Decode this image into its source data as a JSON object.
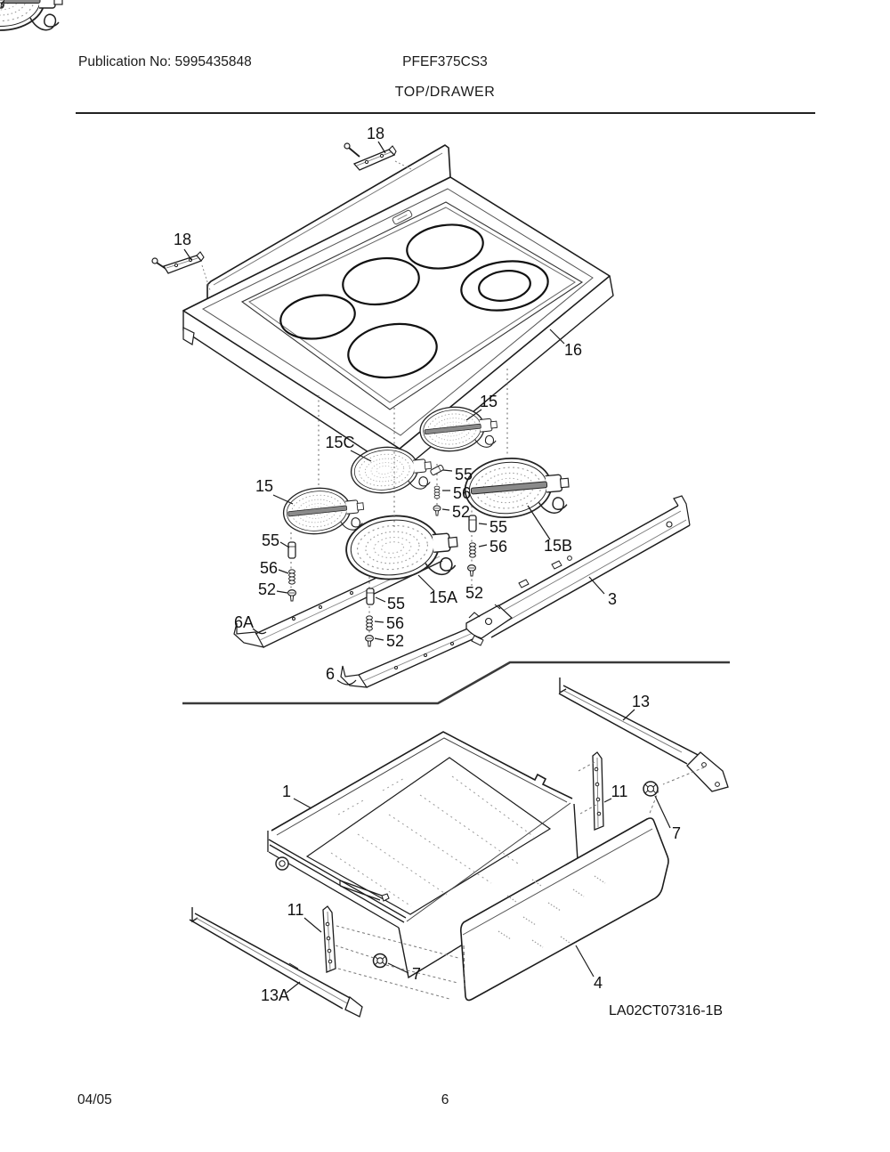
{
  "header": {
    "publication": "Publication No: 5995435848",
    "model": "PFEF375CS3",
    "title": "TOP/DRAWER"
  },
  "footer": {
    "date": "04/05",
    "page": "6"
  },
  "diagram": {
    "drawing_number": "LA02CT07316-1B",
    "callouts": {
      "c18_top": "18",
      "c18_left": "18",
      "c16": "16",
      "c15_top": "15",
      "c15c": "15C",
      "c15_left": "15",
      "c15b": "15B",
      "c15a": "15A",
      "c3": "3",
      "c6a": "6A",
      "c6": "6",
      "c13": "13",
      "c13a": "13A",
      "c11_left": "11",
      "c11_right": "11",
      "c7_left": "7",
      "c7_right": "7",
      "c1": "1",
      "c4": "4",
      "c55_left": "55",
      "c56_left": "56",
      "c52_left": "52",
      "c55_mid": "55",
      "c56_mid": "56",
      "c52_mid": "52",
      "c55_right": "55",
      "c56_right": "56",
      "c52_right": "52",
      "c55_center": "55",
      "c56_center": "56",
      "c52_center": "52"
    }
  }
}
